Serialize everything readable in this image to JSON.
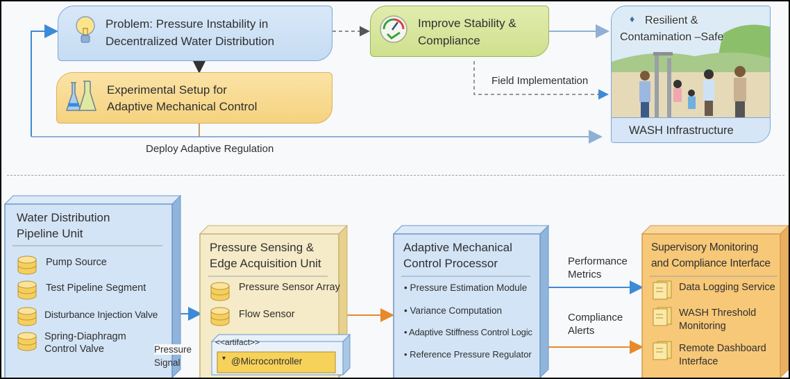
{
  "top": {
    "problem": {
      "line1": "Problem: Pressure Instability in",
      "line2": "Decentralized Water Distribution",
      "icon": "lightbulb-icon"
    },
    "experimental": {
      "line1": "Experimental Setup for",
      "line2": "Adaptive Mechanical Control",
      "icon": "flask-icon"
    },
    "improve": {
      "line1": "Improve Stability &",
      "line2": "Compliance",
      "icon": "gauge-check-icon"
    },
    "outcome": {
      "line1": "Resilient &",
      "line2": "Contamination –Safe",
      "caption": "WASH Infrastructure",
      "icon": "water-drop-icon"
    },
    "field_label": "Field Implementation",
    "deploy_label": "Deploy Adaptive Regulation"
  },
  "bottom": {
    "pipeline": {
      "title1": "Water Distribution",
      "title2": "Pipeline Unit",
      "items": [
        "Pump Source",
        "Test Pipeline Segment",
        "Disturbance Injection Valve",
        "Spring-Diaphragm",
        "Control Valve"
      ]
    },
    "sensing": {
      "title1": "Pressure Sensing &",
      "title2": "Edge Acquisition Unit",
      "items": [
        "Pressure Sensor Array",
        "Flow Sensor"
      ],
      "artifact_label": "<<artifact>>",
      "artifact_item": "@Microcontroller"
    },
    "processor": {
      "title1": "Adaptive Mechanical",
      "title2": "Control Processor",
      "items": [
        "Pressure Estimation Module",
        "Variance Computation",
        "Adaptive Stiffness Control Logic",
        "Reference Pressure Regulator"
      ]
    },
    "supervisory": {
      "title1": "Supervisory Monitoring",
      "title2": "and Compliance Interface",
      "items": [
        "Data Logging Service",
        "WASH Threshold",
        "Monitoring",
        "Remote Dashboard",
        "Interface"
      ]
    },
    "labels": {
      "pressure_signal1": "Pressure",
      "pressure_signal2": "Signal",
      "performance1": "Performance",
      "performance2": "Metrics",
      "compliance1": "Compliance",
      "compliance2": "Alerts"
    }
  },
  "colors": {
    "blue_arrow": "#3d8ad6",
    "orange_arrow": "#e8892c",
    "blue_box": "#cfe2f5",
    "yellow_box": "#f7dc96",
    "green_box": "#d6e49c",
    "orange_box": "#f7c878"
  }
}
